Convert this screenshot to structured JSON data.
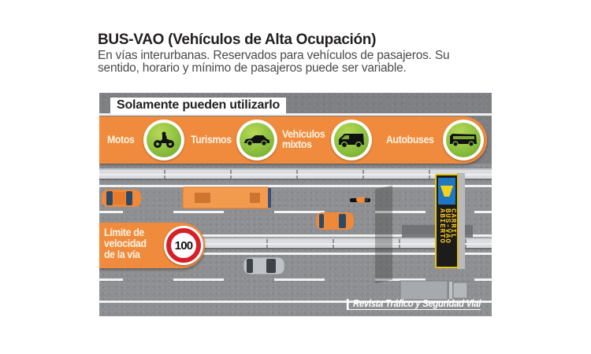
{
  "header": {
    "title": "BUS-VAO (Vehículos de Alta Ocupación)",
    "subtitle": "En vías interurbanas.  Reservados para vehículos de pasajeros. Su sentido, horario y mínimo de pasajeros puede ser variable."
  },
  "allowed": {
    "heading": "Solamente pueden utilizarlo",
    "vehicles": [
      {
        "label": "Motos",
        "icon": "motorcycle-icon"
      },
      {
        "label": "Turismos",
        "icon": "car-icon"
      },
      {
        "label_line1": "Vehículos",
        "label_line2": "mixtos",
        "icon": "van-icon"
      },
      {
        "label": "Autobuses",
        "icon": "bus-icon"
      }
    ]
  },
  "speed_limit": {
    "line1": "Límite de",
    "line2": "velocidad",
    "line3": "de la vía",
    "value": "100"
  },
  "vms_sign": {
    "line1": "CARRIL",
    "line2": "BUS-VAO",
    "line3": "ABIERTO"
  },
  "credit": "Revista Tráfico y Seguridad Vial",
  "colors": {
    "orange": "#f08a3c",
    "green": "#8dc03f",
    "sign_red": "#d62027",
    "vms_yellow": "#e3c21a"
  }
}
